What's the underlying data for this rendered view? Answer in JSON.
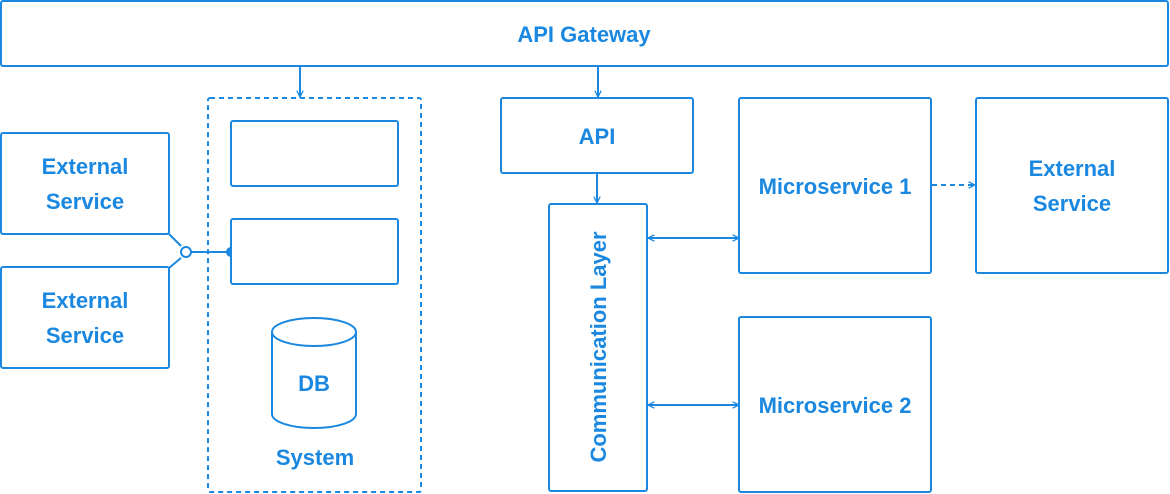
{
  "accent_color": "#1a88e0",
  "gateway": {
    "label": "API Gateway"
  },
  "external_services": [
    {
      "line1": "External",
      "line2": "Service"
    },
    {
      "line1": "External",
      "line2": "Service"
    },
    {
      "line1": "External",
      "line2": "Service"
    }
  ],
  "system": {
    "label": "System",
    "db_label": "DB"
  },
  "api": {
    "label": "API"
  },
  "communication_layer": {
    "label": "Communication Layer"
  },
  "microservices": [
    {
      "label": "Microservice 1"
    },
    {
      "label": "Microservice 2"
    }
  ]
}
